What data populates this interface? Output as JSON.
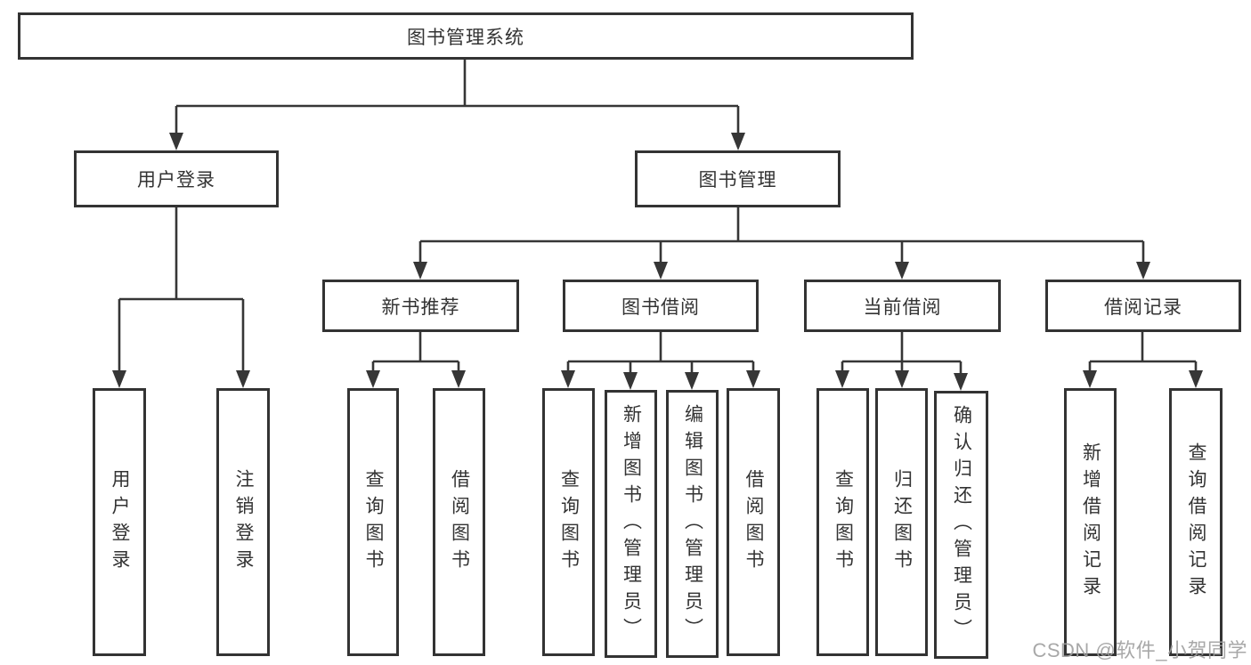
{
  "nodes": {
    "root": "图书管理系统",
    "user_login": "用户登录",
    "book_mgmt": "图书管理",
    "new_books": "新书推荐",
    "book_borrow": "图书借阅",
    "current_borrow": "当前借阅",
    "borrow_records": "借阅记录",
    "leaf_user_login": "用户登录",
    "leaf_logout": "注销登录",
    "leaf_nb_query": "查询图书",
    "leaf_nb_borrow": "借阅图书",
    "leaf_bb_query": "查询图书",
    "leaf_bb_add": "新增图书（管理员）",
    "leaf_bb_edit": "编辑图书（管理员）",
    "leaf_bb_borrow": "借阅图书",
    "leaf_cb_query": "查询图书",
    "leaf_cb_return": "归还图书",
    "leaf_cb_confirm": "确认归还（管理员）",
    "leaf_br_add": "新增借阅记录",
    "leaf_br_query": "查询借阅记录"
  },
  "watermark": "CSDN @软件_小贺同学",
  "colors": {
    "line": "#363636",
    "border": "#333333",
    "text": "#333333",
    "watermark": "#9e9e9e"
  }
}
